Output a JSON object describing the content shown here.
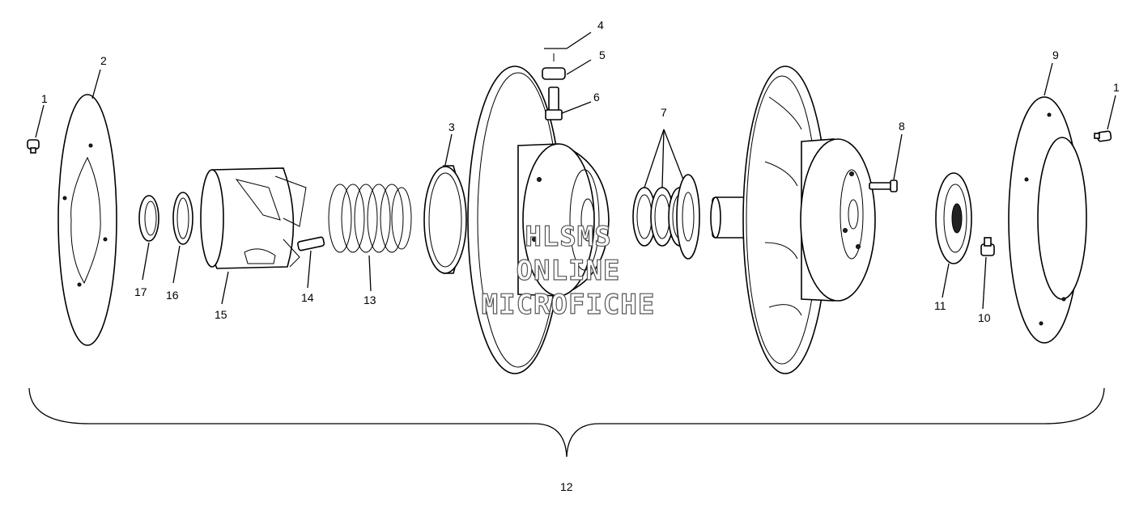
{
  "callouts": {
    "c1_left": "1",
    "c2": "2",
    "c3": "3",
    "c4": "4",
    "c5": "5",
    "c6": "6",
    "c7": "7",
    "c8": "8",
    "c9": "9",
    "c1_right": "1",
    "c10": "10",
    "c11": "11",
    "c12": "12",
    "c13": "13",
    "c14": "14",
    "c15": "15",
    "c16": "16",
    "c17": "17"
  },
  "watermark": {
    "line1": "HLSMS",
    "line2": "ONLINE",
    "line3": "MICROFICHE"
  }
}
